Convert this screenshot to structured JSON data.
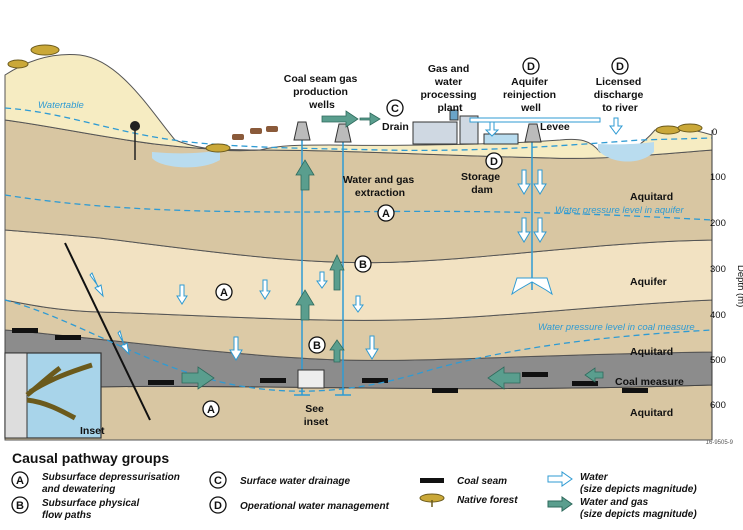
{
  "diagram": {
    "labels": {
      "production_wells": [
        "Coal seam gas",
        "production",
        "wells"
      ],
      "processing_plant": [
        "Gas and",
        "water",
        "processing",
        "plant"
      ],
      "reinjection_well": [
        "Aquifer",
        "reinjection",
        "well"
      ],
      "licensed_discharge": [
        "Licensed",
        "discharge",
        "to river"
      ],
      "drain": "Drain",
      "levee": "Levee",
      "storage_dam": [
        "Storage",
        "dam"
      ],
      "extraction": [
        "Water and gas",
        "extraction"
      ],
      "watertable": "Watertable",
      "water_pressure_aquifer": "Water pressure level in aquifer",
      "water_pressure_coal": "Water pressure level in coal measure",
      "see_inset": [
        "See",
        "inset"
      ],
      "inset": "Inset",
      "figure_id": "16-9505-9"
    },
    "layers": {
      "aquitard_top": "Aquitard",
      "aquifer": "Aquifer",
      "aquitard_mid": "Aquitard",
      "coal_measure": "Coal measure",
      "aquitard_bottom": "Aquitard"
    },
    "depth_axis": {
      "label": "Depth (m)",
      "ticks": [
        "0",
        "100",
        "200",
        "300",
        "400",
        "500",
        "600"
      ]
    },
    "pathway_markers": {
      "A": "A",
      "B": "B",
      "C": "C",
      "D": "D"
    }
  },
  "legend": {
    "title": "Causal pathway groups",
    "items": [
      {
        "letter": "A",
        "label": [
          "Subsurface depressurisation",
          "and dewatering"
        ]
      },
      {
        "letter": "B",
        "label": [
          "Subsurface physical",
          "flow paths"
        ]
      },
      {
        "letter": "C",
        "label": [
          "Surface water drainage"
        ]
      },
      {
        "letter": "D",
        "label": [
          "Operational water management"
        ]
      }
    ],
    "symbols": {
      "coal_seam": "Coal seam",
      "native_forest": "Native forest",
      "water": [
        "Water",
        "(size depicts magnitude)"
      ],
      "water_gas": [
        "Water and gas",
        "(size depicts magnitude)"
      ]
    }
  },
  "colors": {
    "surface_soil": "#f6ecc2",
    "aquitard": "#d8c6a2",
    "aquifer": "#f2e2c2",
    "coal_measure": "#8c8c8c",
    "water_blue": "#2f9bd3",
    "arrow_teal": "#5a9e8e",
    "river_water": "#b9dcef"
  }
}
